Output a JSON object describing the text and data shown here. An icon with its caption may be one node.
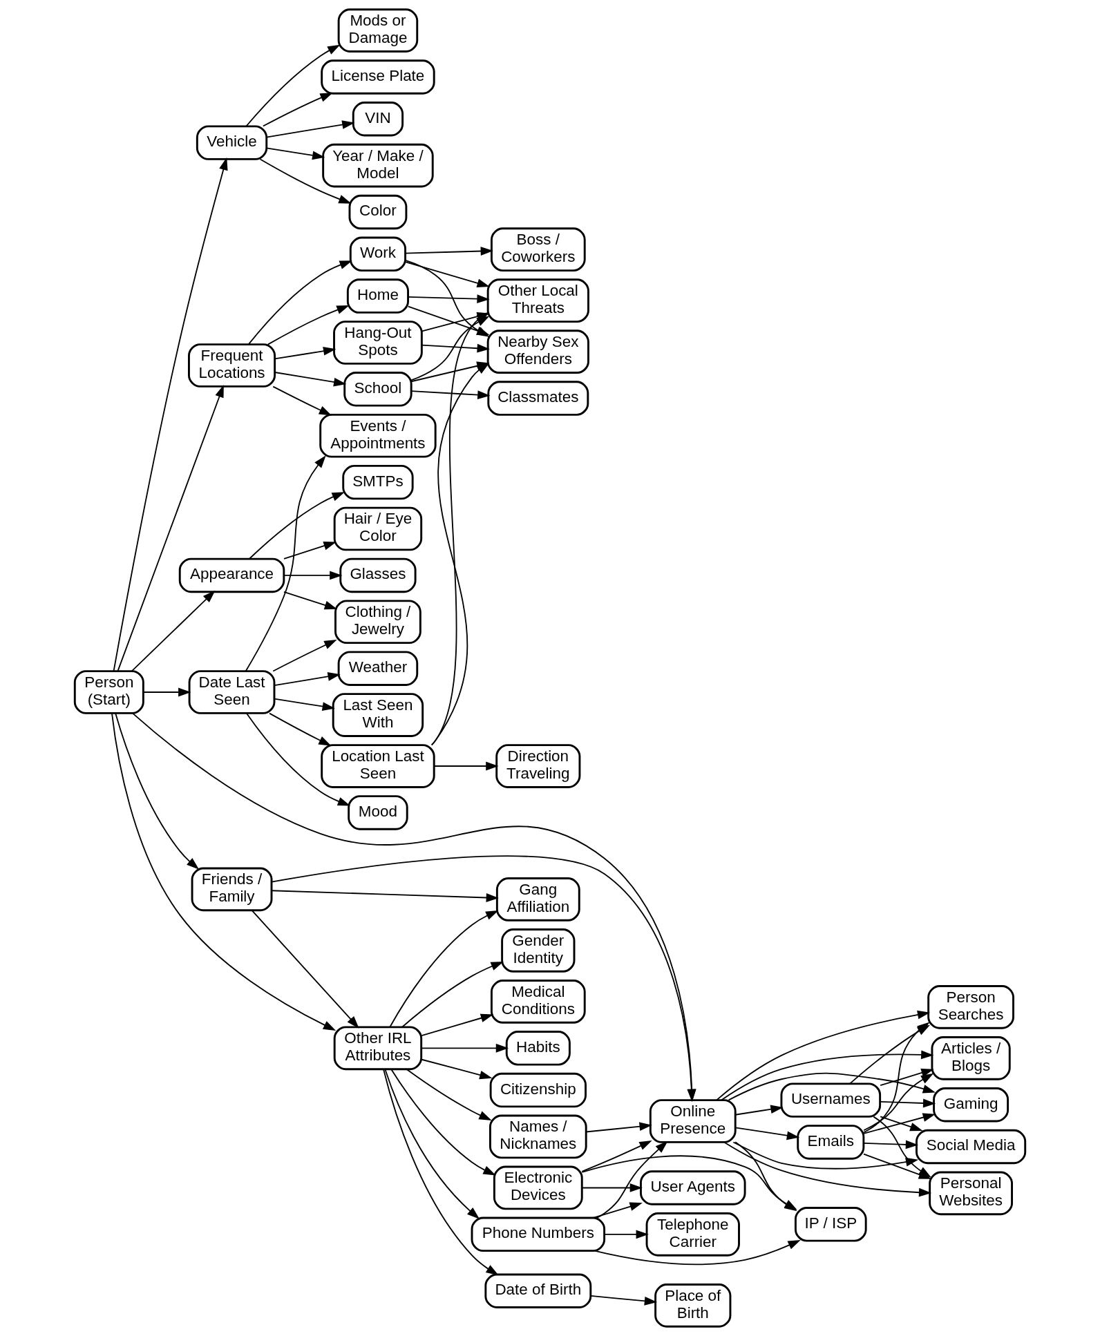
{
  "diagram": {
    "nodes": [
      {
        "text": [
          "Year / Make / Model"
        ]
      },
      {
        "text": [
          "Boss / Coworkers"
        ]
      },
      {
        "text": [
          "Clothing / Jewelry"
        ]
      },
      {
        "text": [
          "Color"
        ]
      },
      {
        "text": [
          "Work"
        ]
      },
      {
        "text": [
          "Nearby Sex Offenders"
        ]
      },
      {
        "text": [
          "Mood"
        ]
      },
      {
        "text": [
          "Hair / Eye Color"
        ]
      },
      {
        "text": [
          "Mods or Damage"
        ]
      },
      {
        "text": [
          "Hang-Out Spots"
        ]
      },
      {
        "text": [
          "Other Local Threats"
        ]
      },
      {
        "text": [
          "Weather"
        ]
      },
      {
        "text": [
          "Glasses"
        ]
      },
      {
        "text": [
          "License Plate"
        ]
      },
      {
        "text": [
          "Home"
        ]
      },
      {
        "text": [
          "Direction Traveling"
        ]
      },
      {
        "text": [
          "Location Last Seen"
        ]
      },
      {
        "text": [
          "SMTPs"
        ]
      },
      {
        "text": [
          "VIN"
        ]
      },
      {
        "text": [
          "School"
        ]
      },
      {
        "text": [
          "Classmates"
        ]
      },
      {
        "text": [
          "Last Seen With"
        ]
      },
      {
        "text": [
          "Frequent Locations"
        ]
      },
      {
        "text": [
          "Events / Appointments"
        ]
      },
      {
        "text": [
          "Date Last Seen"
        ]
      },
      {
        "text": [
          "Vehicle"
        ]
      },
      {
        "text": [
          "Person (Start)"
        ]
      },
      {
        "text": [
          "Appearance"
        ]
      },
      {
        "text": [
          "Other IRL Attributes"
        ]
      },
      {
        "text": [
          "Friends / Family"
        ]
      },
      {
        "text": [
          "Online Presence"
        ]
      },
      {
        "text": [
          "Gender Identity"
        ]
      },
      {
        "text": [
          "Medical Conditions"
        ]
      },
      {
        "text": [
          "Gang Affiliation"
        ]
      },
      {
        "text": [
          "Usernames"
        ]
      },
      {
        "text": [
          "Date of Birth"
        ]
      },
      {
        "text": [
          "Place of Birth"
        ]
      },
      {
        "text": [
          "Emails"
        ]
      },
      {
        "text": [
          "Habits"
        ]
      },
      {
        "text": [
          "Social Media"
        ]
      },
      {
        "text": [
          "Names / Nicknames"
        ]
      },
      {
        "text": [
          "Personal Websites"
        ]
      },
      {
        "text": [
          "Electronic Devices"
        ]
      },
      {
        "text": [
          "Person Searches"
        ]
      },
      {
        "text": [
          "Phone Numbers"
        ]
      },
      {
        "text": [
          "Articles / Blogs"
        ]
      },
      {
        "text": [
          "Gaming"
        ]
      },
      {
        "text": [
          "Citizenship"
        ]
      },
      {
        "text": [
          "Telephone Carrier"
        ]
      },
      {
        "text": [
          "User Agents"
        ]
      },
      {
        "text": [
          "IP / ISP"
        ]
      }
    ],
    "edges": [
      {
        "from": 26,
        "to": 25,
        "arrow": "to"
      },
      {
        "from": 26,
        "to": 27,
        "arrow": "to"
      },
      {
        "from": 26,
        "to": 29,
        "arrow": "to"
      },
      {
        "from": 26,
        "to": 22,
        "arrow": "to"
      },
      {
        "from": 26,
        "to": 28,
        "arrow": "to"
      },
      {
        "from": 26,
        "to": 24,
        "arrow": "to"
      },
      {
        "from": 26,
        "to": 30,
        "arrow": "to"
      },
      {
        "from": 25,
        "to": 0,
        "arrow": "to"
      },
      {
        "from": 25,
        "to": 3,
        "arrow": "to"
      },
      {
        "from": 25,
        "to": 8,
        "arrow": "to"
      },
      {
        "from": 25,
        "to": 13,
        "arrow": "to"
      },
      {
        "from": 25,
        "to": 18,
        "arrow": "to"
      },
      {
        "from": 27,
        "to": 2,
        "arrow": "to"
      },
      {
        "from": 27,
        "to": 7,
        "arrow": "to"
      },
      {
        "from": 27,
        "to": 12,
        "arrow": "to"
      },
      {
        "from": 27,
        "to": 17,
        "arrow": "to"
      },
      {
        "from": 24,
        "to": 2,
        "arrow": "to"
      },
      {
        "from": 24,
        "to": 6,
        "arrow": "to"
      },
      {
        "from": 24,
        "to": 11,
        "arrow": "to"
      },
      {
        "from": 24,
        "to": 16,
        "arrow": "to"
      },
      {
        "from": 24,
        "to": 21,
        "arrow": "to"
      },
      {
        "from": 24,
        "to": 23,
        "arrow": "to"
      },
      {
        "from": 16,
        "to": 5,
        "arrow": "to"
      },
      {
        "from": 16,
        "to": 10,
        "arrow": "to"
      },
      {
        "from": 16,
        "to": 15,
        "arrow": "to"
      },
      {
        "from": 22,
        "to": 4,
        "arrow": "to"
      },
      {
        "from": 22,
        "to": 9,
        "arrow": "to"
      },
      {
        "from": 22,
        "to": 14,
        "arrow": "to"
      },
      {
        "from": 22,
        "to": 19,
        "arrow": "to"
      },
      {
        "from": 22,
        "to": 23,
        "arrow": "to"
      },
      {
        "from": 4,
        "to": 1,
        "arrow": "to"
      },
      {
        "from": 4,
        "to": 5,
        "arrow": "to"
      },
      {
        "from": 4,
        "to": 10,
        "arrow": "to"
      },
      {
        "from": 9,
        "to": 5,
        "arrow": "to"
      },
      {
        "from": 9,
        "to": 10,
        "arrow": "to"
      },
      {
        "from": 14,
        "to": 5,
        "arrow": "to"
      },
      {
        "from": 14,
        "to": 10,
        "arrow": "to"
      },
      {
        "from": 19,
        "to": 5,
        "arrow": "to"
      },
      {
        "from": 19,
        "to": 10,
        "arrow": "to"
      },
      {
        "from": 19,
        "to": 20,
        "arrow": "to"
      },
      {
        "from": 29,
        "to": 28,
        "arrow": "to"
      },
      {
        "from": 29,
        "to": 30,
        "arrow": "to"
      },
      {
        "from": 29,
        "to": 33,
        "arrow": "to"
      },
      {
        "from": 28,
        "to": 33,
        "arrow": "to"
      },
      {
        "from": 30,
        "to": 34,
        "arrow": "to"
      },
      {
        "from": 30,
        "to": 37,
        "arrow": "to"
      },
      {
        "from": 30,
        "to": 39,
        "arrow": "to"
      },
      {
        "from": 30,
        "to": 41,
        "arrow": "to"
      },
      {
        "from": 30,
        "to": 43,
        "arrow": "to"
      },
      {
        "from": 30,
        "to": 45,
        "arrow": "to"
      },
      {
        "from": 30,
        "to": 46,
        "arrow": "to"
      },
      {
        "from": 30,
        "to": 50,
        "arrow": "to"
      },
      {
        "from": 34,
        "to": 39,
        "arrow": "to"
      },
      {
        "from": 34,
        "to": 41,
        "arrow": "to"
      },
      {
        "from": 34,
        "to": 43,
        "arrow": "to"
      },
      {
        "from": 34,
        "to": 45,
        "arrow": "to"
      },
      {
        "from": 34,
        "to": 46,
        "arrow": "to"
      },
      {
        "from": 37,
        "to": 39,
        "arrow": "to"
      },
      {
        "from": 37,
        "to": 41,
        "arrow": "to"
      },
      {
        "from": 37,
        "to": 43,
        "arrow": "to"
      },
      {
        "from": 37,
        "to": 45,
        "arrow": "to"
      },
      {
        "from": 37,
        "to": 46,
        "arrow": "to"
      },
      {
        "from": 40,
        "to": 30,
        "arrow": "to"
      },
      {
        "from": 42,
        "to": 30,
        "arrow": "to"
      },
      {
        "from": 42,
        "to": 49,
        "arrow": "to"
      },
      {
        "from": 42,
        "to": 50,
        "arrow": "to"
      },
      {
        "from": 44,
        "to": 30,
        "arrow": "to"
      },
      {
        "from": 44,
        "to": 49,
        "arrow": "to"
      },
      {
        "from": 44,
        "to": 50,
        "arrow": "to"
      },
      {
        "from": 44,
        "to": 48,
        "arrow": "to"
      },
      {
        "from": 28,
        "to": 31,
        "arrow": "to"
      },
      {
        "from": 28,
        "to": 32,
        "arrow": "to"
      },
      {
        "from": 28,
        "to": 35,
        "arrow": "to"
      },
      {
        "from": 28,
        "to": 38,
        "arrow": "to"
      },
      {
        "from": 28,
        "to": 40,
        "arrow": "to"
      },
      {
        "from": 28,
        "to": 42,
        "arrow": "to"
      },
      {
        "from": 28,
        "to": 44,
        "arrow": "to"
      },
      {
        "from": 28,
        "to": 47,
        "arrow": "to"
      },
      {
        "from": 35,
        "to": 36,
        "arrow": "to"
      }
    ]
  }
}
